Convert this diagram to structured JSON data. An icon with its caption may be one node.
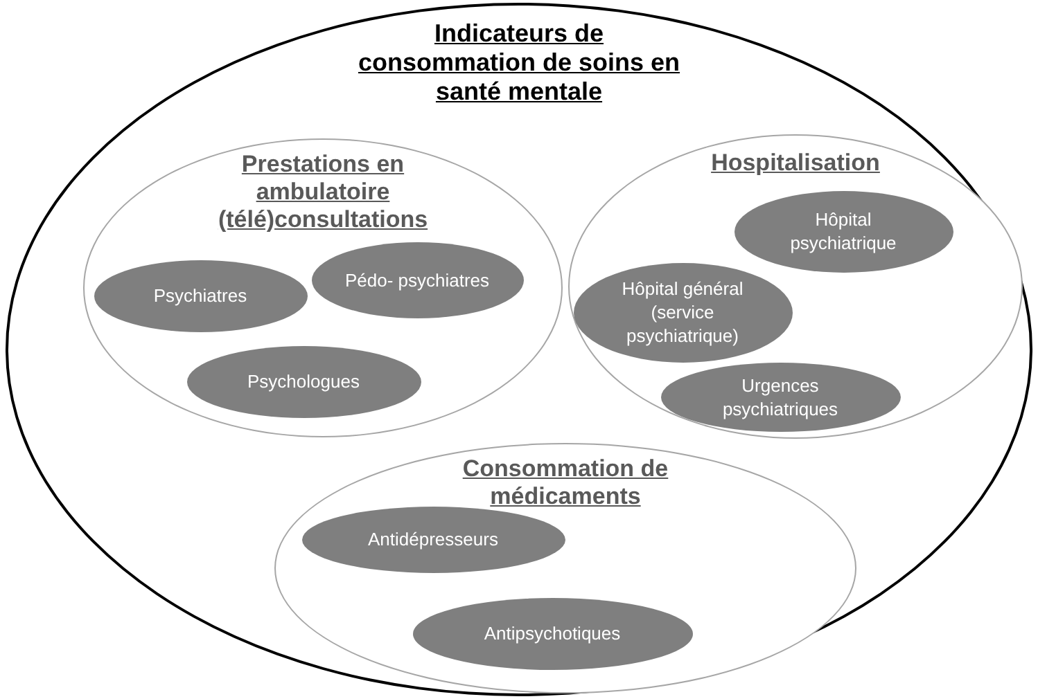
{
  "diagram": {
    "nodes": [
      {
        "text": [
          "Indicateurs de consommation de soins en santé mentale"
        ]
      },
      {
        "text": [
          "Prestations en ambulatoire (télé)consultations"
        ],
        "in": 0
      },
      {
        "text": [
          "Psychiatres"
        ],
        "in": 1
      },
      {
        "text": [
          "Pédo- psychiatres"
        ],
        "in": 1
      },
      {
        "text": [
          "Psychologues"
        ],
        "in": 1
      },
      {
        "text": [
          "Hospitalisation"
        ],
        "in": 0
      },
      {
        "text": [
          "Hôpital psychiatrique"
        ],
        "in": 5
      },
      {
        "text": [
          "Hôpital général (service psychiatrique)"
        ],
        "in": 5
      },
      {
        "text": [
          "Urgences psychiatriques"
        ],
        "in": 5
      },
      {
        "text": [
          "Consommation de médicaments"
        ],
        "in": 0
      },
      {
        "text": [
          "Antidépresseurs"
        ],
        "in": 9
      },
      {
        "text": [
          "Antipsychotiques"
        ],
        "in": 9
      }
    ]
  }
}
